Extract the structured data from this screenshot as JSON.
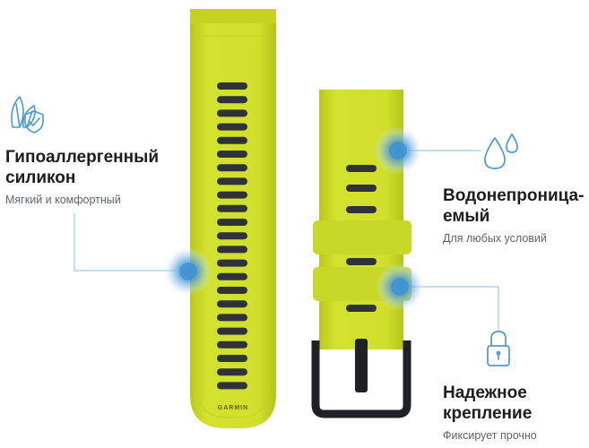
{
  "features": [
    {
      "id": "hypoallergenic",
      "title": "Гипоаллергенный\nсиликон",
      "subtitle": "Мягкий и комфортный",
      "icon": "leaf-shield-check-icon"
    },
    {
      "id": "waterproof",
      "title": "Водонепроница-\nемый",
      "subtitle": "Для любых условий",
      "icon": "water-drops-icon"
    },
    {
      "id": "secure",
      "title": "Надежное\nкрепление",
      "subtitle": "Фиксирует прочно",
      "icon": "padlock-icon"
    }
  ],
  "strap": {
    "brand": "GARMIN",
    "color": "#ccdd2a",
    "hole_color": "#2f3338",
    "buckle_color": "#1f2124"
  },
  "accent_color": "#4c9ad6"
}
